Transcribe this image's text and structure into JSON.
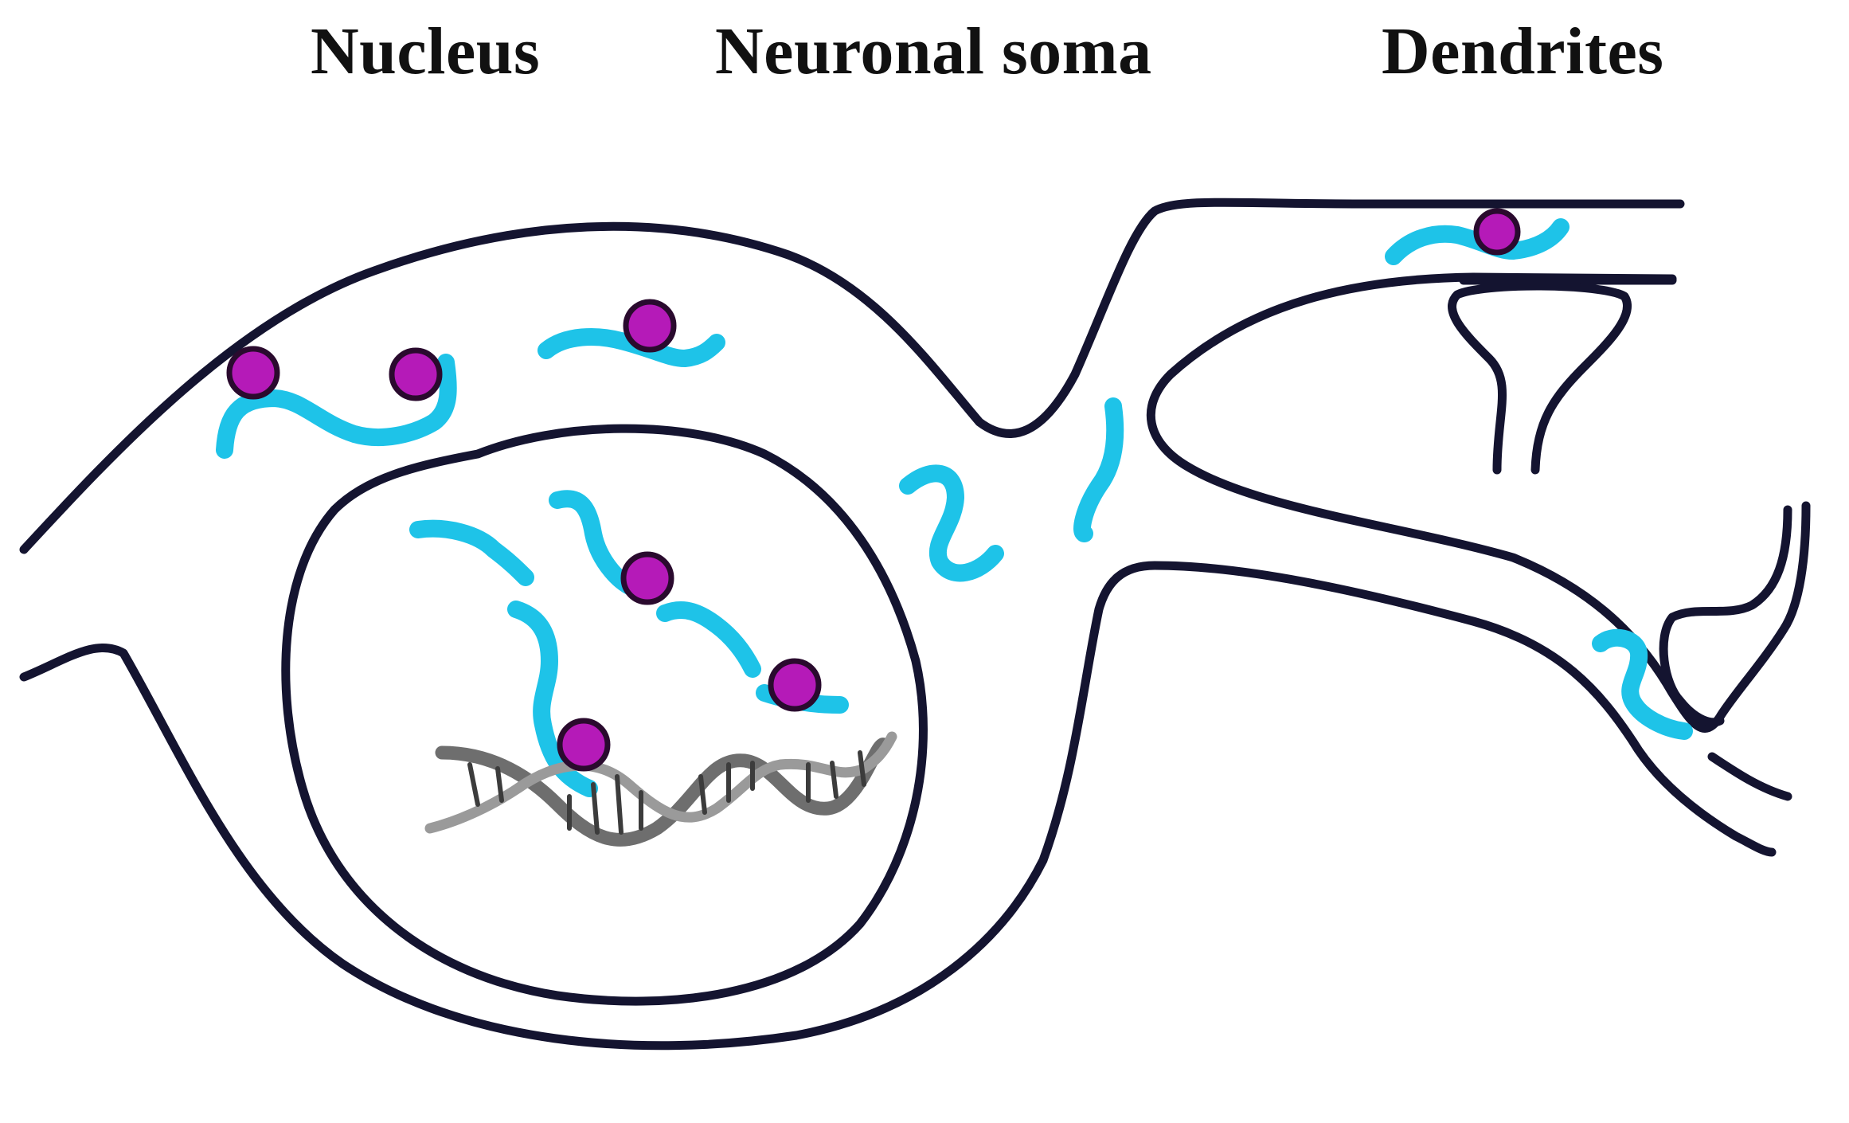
{
  "labels": {
    "nucleus": "Nucleus",
    "soma": "Neuronal soma",
    "dendrites": "Dendrites"
  },
  "colors": {
    "membrane": "#141430",
    "rna": "#1ec3e8",
    "protein": "#b51ab8",
    "dna": "#6e6e6e"
  }
}
